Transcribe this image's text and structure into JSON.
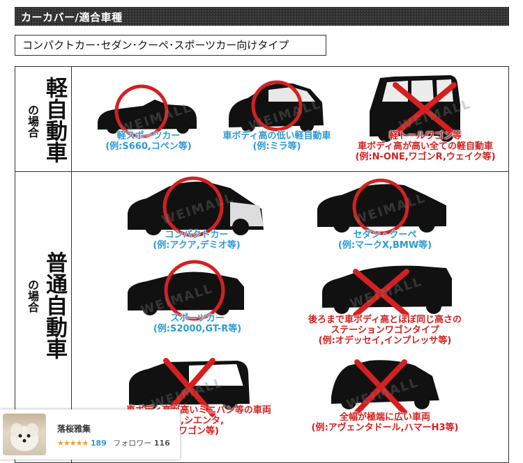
{
  "header": {
    "title": "カーカバー/適合車種"
  },
  "subtitle": "コンパクトカー･セダン･クーペ･スポーツカー向けタイプ",
  "sections": {
    "kei": {
      "label_big": "軽自動車",
      "label_small": "の場合"
    },
    "futsu": {
      "label_big": "普通自動車",
      "label_small": "の場合"
    }
  },
  "watermark": "WEIMALL",
  "cars": {
    "k1": {
      "line1": "軽スポーツカー",
      "line2": "(例:S660,コペン等)",
      "fit": true
    },
    "k2": {
      "line1": "車ボディ高の低い軽自動車",
      "line2": "(例:ミラ等)",
      "fit": true
    },
    "k3": {
      "line1": "軽トールワゴン等",
      "line2": "車ボディ高が高い全ての軽自動車",
      "line3": "(例:N-ONE,ワゴンR,ウェイク等)",
      "fit": false
    },
    "f1": {
      "line1": "コンパクトカー",
      "line2": "(例:アクア,デミオ等)",
      "fit": true
    },
    "f2": {
      "line1": "セダン・クーペ",
      "line2": "(例:マークX,BMW等)",
      "fit": true
    },
    "f3": {
      "line1": "スポーツカー",
      "line2": "(例:S2000,GT-R等)",
      "fit": true
    },
    "f4": {
      "line1": "後ろまで車ボディ高とほぼ同じ高さの",
      "line2": "ステーションワゴンタイプ",
      "line3": "(例:オデッセイ,インプレッサ等)",
      "fit": false
    },
    "f5": {
      "line1": "車ボディ高が高いミニバン等の車両",
      "line2": "B,シエンタ,",
      "line3": "ワゴン等)",
      "fit": false
    },
    "f6": {
      "line1": "全幅が極端に広い車両",
      "line2": "(例:アヴェンタドール,ハマーH3等)",
      "fit": false
    }
  },
  "badge": {
    "username": "落桜雅集",
    "stars": "★★★★★",
    "rating_count": "189",
    "followers_label": "フォロワー",
    "followers_count": "116"
  }
}
